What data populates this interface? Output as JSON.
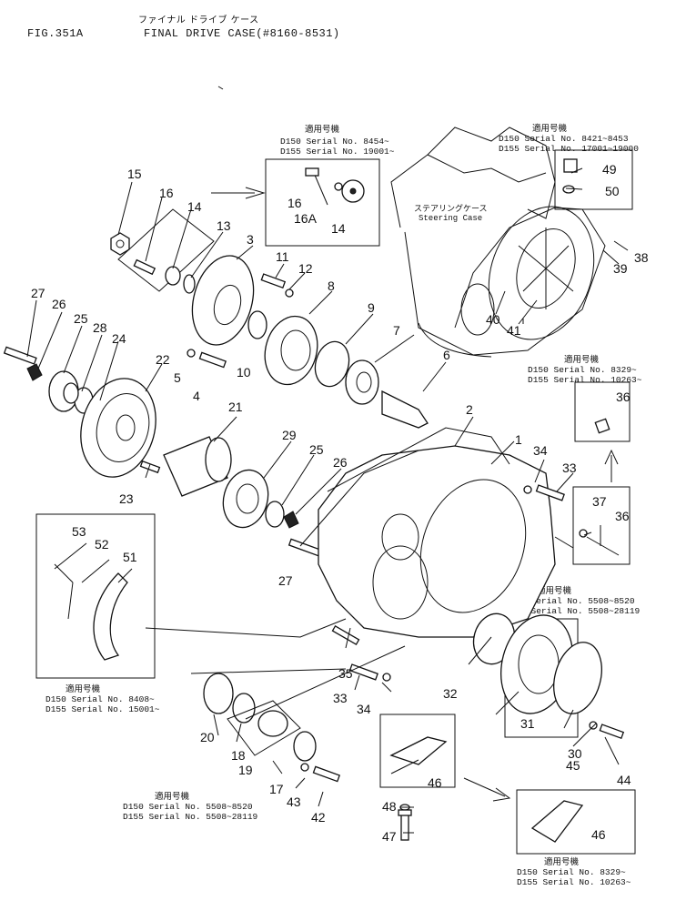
{
  "header": {
    "fig_label": "FIG.351A",
    "title_kana": "ファイナル ドライブ ケース",
    "title": "FINAL DRIVE CASE(#8160-8531)"
  },
  "case_label": {
    "kana": "ステアリングケース",
    "english": "Steering Case"
  },
  "serial_boxes": [
    {
      "id": "top",
      "heading": "適用号機",
      "lines": [
        "D150 Serial No. 8454~",
        "D155 Serial No. 19001~"
      ]
    },
    {
      "id": "top-right",
      "heading": "適用号機",
      "lines": [
        "D150 Serial No. 8421~8453",
        "D155 Serial No. 17001~19000"
      ]
    },
    {
      "id": "right",
      "heading": "適用号機",
      "lines": [
        "D150 Serial No. 8329~",
        "D155 Serial No. 10263~"
      ]
    },
    {
      "id": "left",
      "heading": "適用号機",
      "lines": [
        "D150 Serial No. 8408~",
        "D155 Serial No. 15001~"
      ]
    },
    {
      "id": "center-right",
      "heading": "適用号機",
      "lines": [
        "D150 Serial No. 5508~8520",
        "D155 Serial No. 5508~28119"
      ]
    },
    {
      "id": "bottom-left",
      "heading": "適用号機",
      "lines": [
        "D150 Serial No. 5508~8520",
        "D155 Serial No. 5508~28119"
      ]
    },
    {
      "id": "bottom-right",
      "heading": "適用号機",
      "lines": [
        "D150 Serial No. 8329~",
        "D155 Serial No. 10263~"
      ]
    }
  ],
  "part_numbers": [
    "1",
    "2",
    "3",
    "4",
    "5",
    "6",
    "7",
    "8",
    "9",
    "10",
    "11",
    "12",
    "13",
    "14",
    "14",
    "15",
    "16",
    "16",
    "16A",
    "17",
    "18",
    "19",
    "20",
    "21",
    "22",
    "23",
    "24",
    "25",
    "25",
    "26",
    "26",
    "27",
    "27",
    "28",
    "29",
    "30",
    "31",
    "32",
    "33",
    "33",
    "34",
    "34",
    "35",
    "36",
    "36",
    "37",
    "38",
    "39",
    "40",
    "41",
    "42",
    "43",
    "44",
    "45",
    "46",
    "46",
    "47",
    "48",
    "49",
    "50",
    "51",
    "52",
    "53"
  ]
}
